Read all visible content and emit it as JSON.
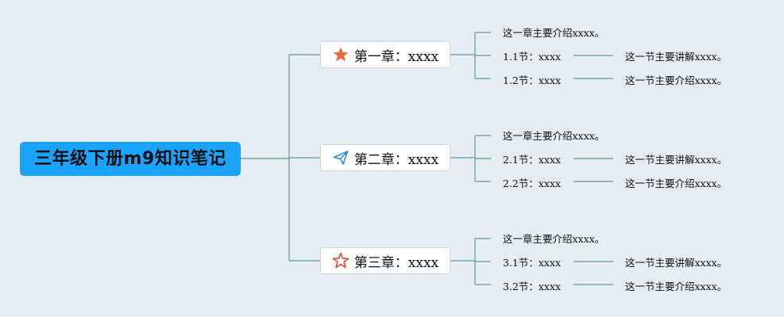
{
  "root": {
    "title": "三年级下册m9知识笔记"
  },
  "chapters": [
    {
      "label": "第一章：xxxx",
      "icon": "star-filled-icon",
      "intro": "这一章主要介绍xxxx。",
      "sections": [
        {
          "label": "1.1节：xxxx",
          "detail": "这一节主要讲解xxxx。"
        },
        {
          "label": "1.2节：xxxx",
          "detail": "这一节主要介绍xxxx。"
        }
      ]
    },
    {
      "label": "第二章：xxxx",
      "icon": "paper-plane-icon",
      "intro": "这一章主要介绍xxxx。",
      "sections": [
        {
          "label": "2.1节：xxxx",
          "detail": "这一节主要讲解xxxx。"
        },
        {
          "label": "2.2节：xxxx",
          "detail": "这一节主要介绍xxxx。"
        }
      ]
    },
    {
      "label": "第三章：xxxx",
      "icon": "star-outline-icon",
      "intro": "这一章主要介绍xxxx。",
      "sections": [
        {
          "label": "3.1节：xxxx",
          "detail": "这一节主要讲解xxxx。"
        },
        {
          "label": "3.2节：xxxx",
          "detail": "这一节主要介绍xxxx。"
        }
      ]
    }
  ],
  "colors": {
    "background": "#e6edf2",
    "root_fill": "#1aa3ff",
    "connector": "#5c9e8a",
    "star_fill": "#e8693a",
    "plane": "#2a8fd6",
    "star_outline": "#e0553a"
  }
}
